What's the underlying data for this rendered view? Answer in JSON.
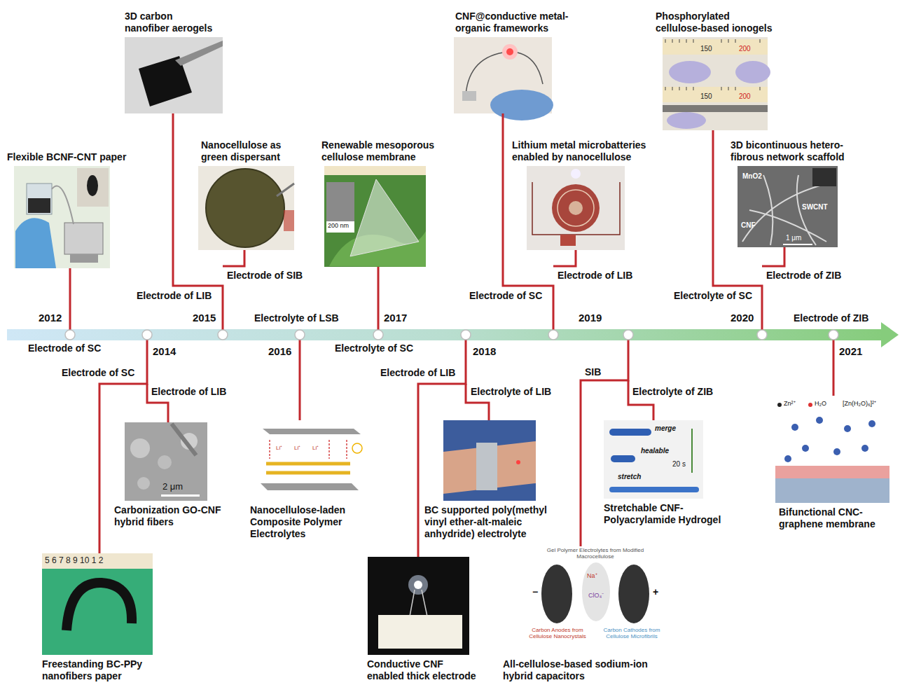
{
  "diagram": {
    "nodes": [
      {
        "text": [
          "Flexible BCNF-CNT paper"
        ]
      },
      {
        "text": [
          "3D carbon nanofiber aerogels"
        ]
      },
      {
        "text": [
          "Nanocellulose as green dispersant"
        ]
      },
      {
        "text": [
          "Renewable mesoporous cellulose membrane"
        ]
      },
      {
        "text": [
          "CNF@conductive metal-organic frameworks"
        ]
      },
      {
        "text": [
          "Lithium metal microbatteries enabled by nanocellulose"
        ]
      },
      {
        "text": [
          "Phosphorylated cellulose-based ionogels"
        ]
      },
      {
        "text": [
          "3D bicontinuous hetero-fibrous network scaffold"
        ]
      },
      {
        "text": [
          "Freestanding BC-PPy nanofibers paper"
        ]
      },
      {
        "text": [
          "Carbonization GO-CNF hybrid fibers"
        ]
      },
      {
        "text": [
          "Nanocellulose-laden Composite Polymer Electrolytes"
        ]
      },
      {
        "text": [
          "Conductive CNF enabled thick electrode"
        ]
      },
      {
        "text": [
          "BC supported poly(methyl vinyl ether-alt-maleic anhydride) electrolyte"
        ]
      },
      {
        "text": [
          "All-cellulose-based sodium-ion hybrid capacitors"
        ]
      },
      {
        "text": [
          "Stretchable CNF-Polyacrylamide Hydrogel"
        ]
      },
      {
        "text": [
          "Bifunctional CNC-graphene membrane"
        ]
      }
    ],
    "labels": [
      "2012",
      "2014",
      "2015",
      "2016",
      "2017",
      "2018",
      "2019",
      "2020",
      "2021",
      "Electrode of SC",
      "Electrode of LIB",
      "Electrode of SIB",
      "Electrolyte of LSB",
      "Electrolyte of SC",
      "Electrode of SC",
      "Electrode of LIB",
      "Electrolyte of SC",
      "Electrode of ZIB",
      "Electrode of ZIB",
      "Electrode of SC",
      "Electrode of LIB",
      "Electrode of LIB",
      "Electrolyte of LIB",
      "SIB",
      "Electrolyte of ZIB",
      "5 6 7 8 9 10 1 2",
      "200 nm",
      "2 μm",
      "MnO2",
      "SWCNT",
      "CNF",
      "1 μm",
      "merge",
      "healable",
      "20 s",
      "stretch",
      "Gel Polymer Electrolytes from Modified Macrocellulose",
      "Carbon Anodes from Cellulose Nanocrystals",
      "Carbon Cathodes from Cellulose Microfibrils",
      "Na⁺",
      "ClO₄⁻",
      "Zn²⁺",
      "H₂O",
      "[Zn(H₂O)₆]²⁺",
      "150",
      "200",
      "150",
      "200",
      "−",
      "+",
      "Li⁺",
      "Li⁺",
      "Li⁺"
    ]
  }
}
